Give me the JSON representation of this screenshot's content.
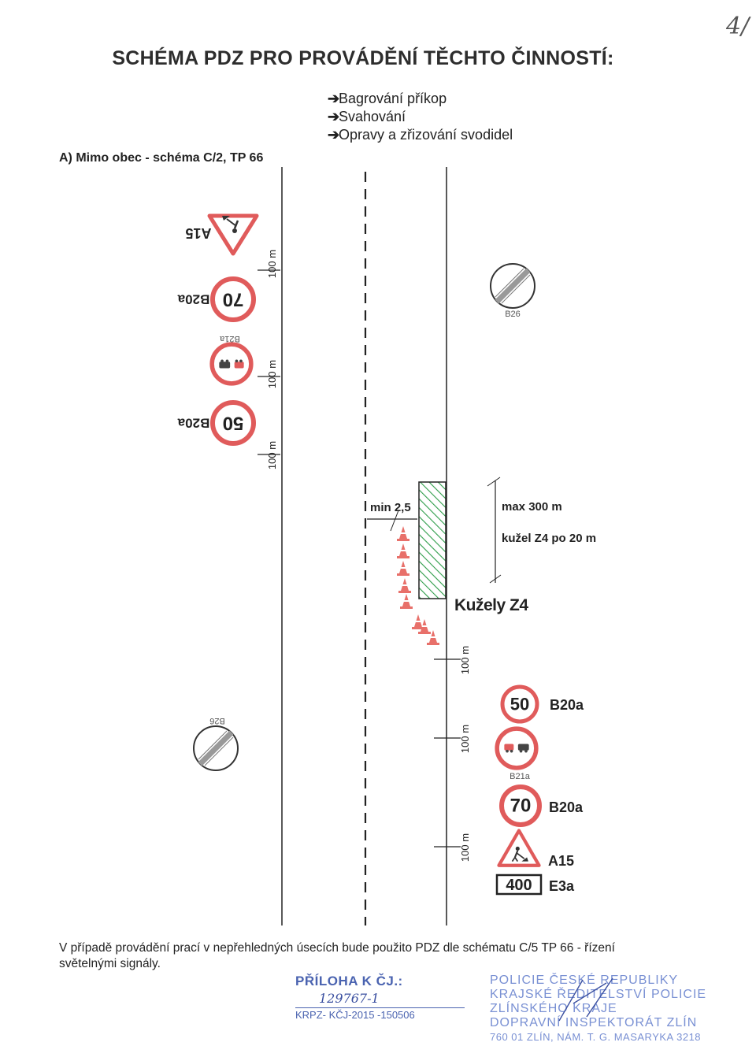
{
  "page_number": "4/",
  "title": "SCHÉMA PDZ PRO PROVÁDĚNÍ TĚCHTO ČINNOSTÍ:",
  "activities": [
    "Bagrování příkop",
    "Svahování",
    "Opravy a zřizování svodidel"
  ],
  "mode_label": "A) Mimo obec - schéma C/2, TP 66",
  "left_side": {
    "signs": [
      {
        "code": "A15",
        "kind": "warning-triangle-roadworks"
      },
      {
        "value": "70",
        "code": "B20a",
        "kind": "speed-limit"
      },
      {
        "code": "B21a",
        "kind": "no-overtaking"
      },
      {
        "value": "50",
        "code": "B20a",
        "kind": "speed-limit"
      },
      {
        "code": "B26",
        "kind": "end-of-restrictions"
      }
    ],
    "distance_labels": [
      "100 m",
      "100 m",
      "100 m"
    ]
  },
  "right_side": {
    "signs": [
      {
        "code": "B26",
        "kind": "end-of-restrictions"
      },
      {
        "value": "50",
        "code": "B20a",
        "kind": "speed-limit"
      },
      {
        "code": "B21a",
        "kind": "no-overtaking"
      },
      {
        "value": "70",
        "code": "B20a",
        "kind": "speed-limit"
      },
      {
        "code": "A15",
        "kind": "warning-triangle-roadworks"
      },
      {
        "value": "400",
        "code": "E3a",
        "kind": "distance-plate"
      }
    ],
    "distance_labels": [
      "100 m",
      "100 m",
      "100 m"
    ]
  },
  "work_zone": {
    "min_label": "min 2,5",
    "max_label": "max 300 m",
    "cone_spacing_label": "kužel Z4 po 20 m",
    "cones_label": "Kužely Z4"
  },
  "footer_note": "V případě provádění prací v nepřehledných úsecích bude použito PDZ dle schématu C/5 TP 66 - řízení světelnými signály.",
  "stamp_left": {
    "heading": "PŘÍLOHA K ČJ.:",
    "number": "129767-1",
    "reference": "KRPZ-    KČJ-2015 -150506"
  },
  "stamp_right": {
    "lines": [
      "POLICIE ČESKÉ REPUBLIKY",
      "KRAJSKÉ ŘEDITELSTVÍ POLICIE",
      "ZLÍNSKÉHO KRAJE",
      "DOPRAVNÍ INSPEKTORÁT ZLÍN",
      "760 01 ZLÍN, NÁM. T. G. MASARYKA 3218"
    ]
  },
  "colors": {
    "sign_red": "#e05b5b",
    "hatch_green": "#2e9d4a",
    "cone_red": "#e8706a",
    "stamp_blue": "#4a63b0",
    "line": "#222222"
  }
}
